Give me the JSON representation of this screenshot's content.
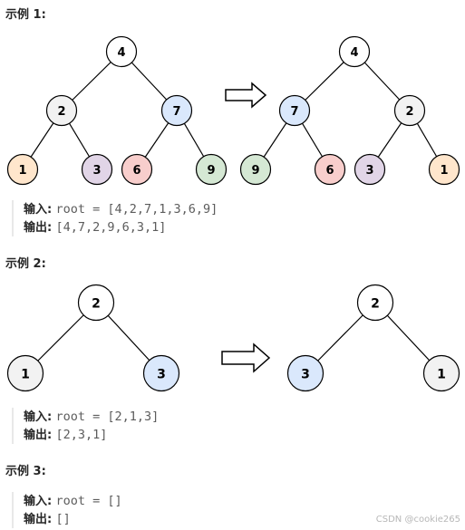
{
  "examples": [
    {
      "title": "示例 1:",
      "input_label": "输入:",
      "input_value": "root = [4,2,7,1,3,6,9]",
      "output_label": "输出:",
      "output_value": "[4,7,2,9,6,3,1]",
      "before_nodes": [
        "4",
        "2",
        "7",
        "1",
        "3",
        "6",
        "9"
      ],
      "after_nodes": [
        "4",
        "7",
        "2",
        "9",
        "6",
        "3",
        "1"
      ]
    },
    {
      "title": "示例 2:",
      "input_label": "输入:",
      "input_value": "root = [2,1,3]",
      "output_label": "输出:",
      "output_value": "[2,3,1]",
      "before_nodes": [
        "2",
        "1",
        "3"
      ],
      "after_nodes": [
        "2",
        "3",
        "1"
      ]
    },
    {
      "title": "示例 3:",
      "input_label": "输入:",
      "input_value": "root = []",
      "output_label": "输出:",
      "output_value": "[]"
    }
  ],
  "colors": {
    "white": "#ffffff",
    "gray": "#f2f2f2",
    "blue": "#dae8fc",
    "orange": "#ffe6cc",
    "purple": "#e1d5e7",
    "red": "#f8cecc",
    "green": "#d5e8d4"
  },
  "watermark": "CSDN @cookie265"
}
